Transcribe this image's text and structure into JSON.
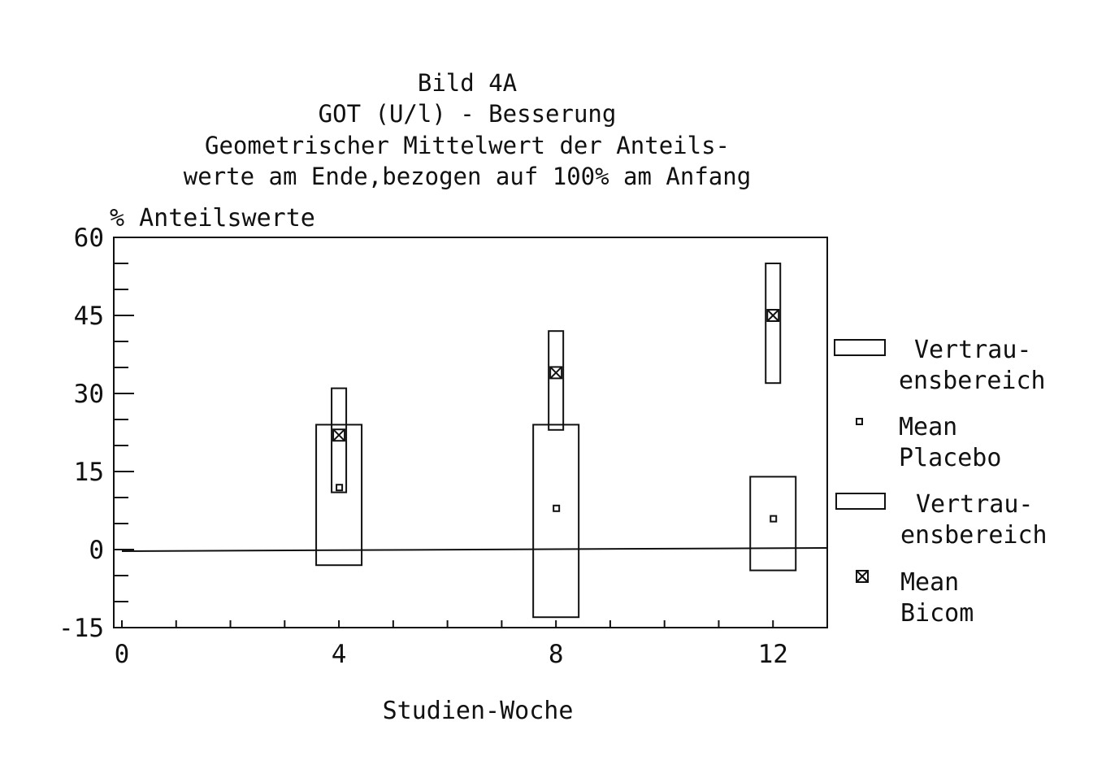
{
  "chart_data": {
    "type": "box",
    "title_lines": [
      "Bild 4A",
      "GOT (U/l) - Besserung",
      "Geometrischer Mittelwert der Anteils-",
      "werte am Ende,bezogen auf 100% am Anfang"
    ],
    "ylabel": "% Anteilswerte",
    "xlabel": "Studien-Woche",
    "xlim": [
      0,
      13
    ],
    "ylim": [
      -15,
      60
    ],
    "xticks": [
      "0",
      "4",
      "8",
      "12"
    ],
    "yticks": [
      "-15",
      "0",
      "15",
      "30",
      "45",
      "60"
    ],
    "reference_line": 0,
    "series": [
      {
        "name": "Placebo",
        "ci": [
          {
            "x": 4,
            "low": -3,
            "high": 24
          },
          {
            "x": 8,
            "low": -13,
            "high": 24
          },
          {
            "x": 12,
            "low": -4,
            "high": 14
          }
        ],
        "mean": [
          {
            "x": 4,
            "y": 12
          },
          {
            "x": 8,
            "y": 8
          },
          {
            "x": 12,
            "y": 6
          }
        ]
      },
      {
        "name": "Bicom",
        "ci": [
          {
            "x": 4,
            "low": 11,
            "high": 31
          },
          {
            "x": 8,
            "low": 23,
            "high": 42
          },
          {
            "x": 12,
            "low": 32,
            "high": 55
          }
        ],
        "mean": [
          {
            "x": 4,
            "y": 22
          },
          {
            "x": 8,
            "y": 34
          },
          {
            "x": 12,
            "y": 45
          }
        ]
      }
    ],
    "legend": {
      "ci_placebo": [
        "Vertrau-",
        "ensbereich"
      ],
      "mean_placebo": [
        "Mean",
        "Placebo"
      ],
      "ci_bicom": [
        "Vertrau-",
        "ensbereich"
      ],
      "mean_bicom": [
        "Mean",
        "Bicom"
      ]
    },
    "legend_position": "right",
    "grid": false
  }
}
